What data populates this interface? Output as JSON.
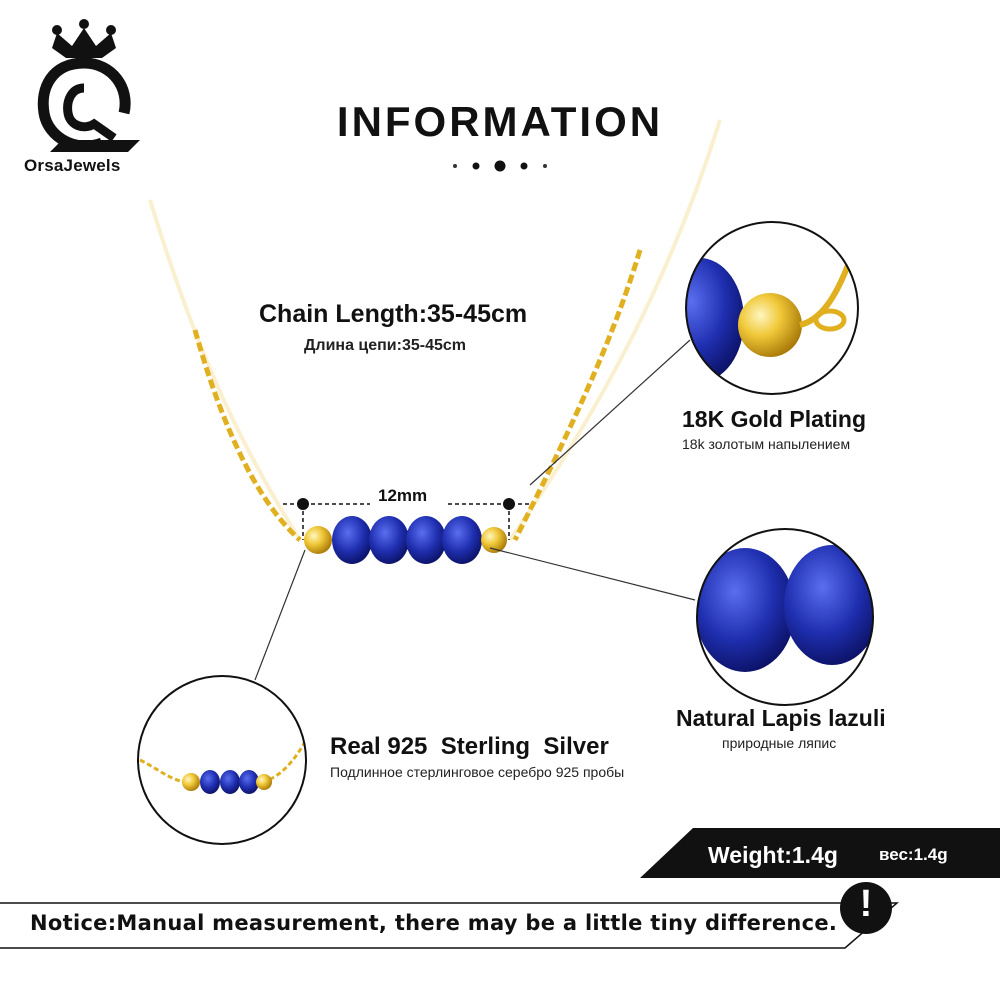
{
  "brand": {
    "name": "OrsaJewels"
  },
  "header": {
    "title": "INFORMATION"
  },
  "chain": {
    "length_label": "Chain Length:35-45cm",
    "length_ru": "Длина цепи:35-45cm"
  },
  "measurement": {
    "bar_label": "12mm"
  },
  "features": {
    "gold": {
      "label": "18K Gold Plating",
      "ru": "18k золотым напылением"
    },
    "lapis": {
      "label": "Natural Lapis lazuli",
      "ru": "природные ляпис"
    },
    "silver": {
      "label": "Real 925  Sterling  Silver",
      "ru": "Подлинное стерлинговое серебро 925 пробы"
    }
  },
  "weight": {
    "label": "Weight:1.4g",
    "ru": "вес:1.4g"
  },
  "notice": {
    "text": "Notice:Manual measurement, there may be a little tiny difference.",
    "icon_glyph": "!"
  },
  "colors": {
    "gold": "#e0b020",
    "lapis": "#1f2fa8",
    "black": "#111111"
  }
}
